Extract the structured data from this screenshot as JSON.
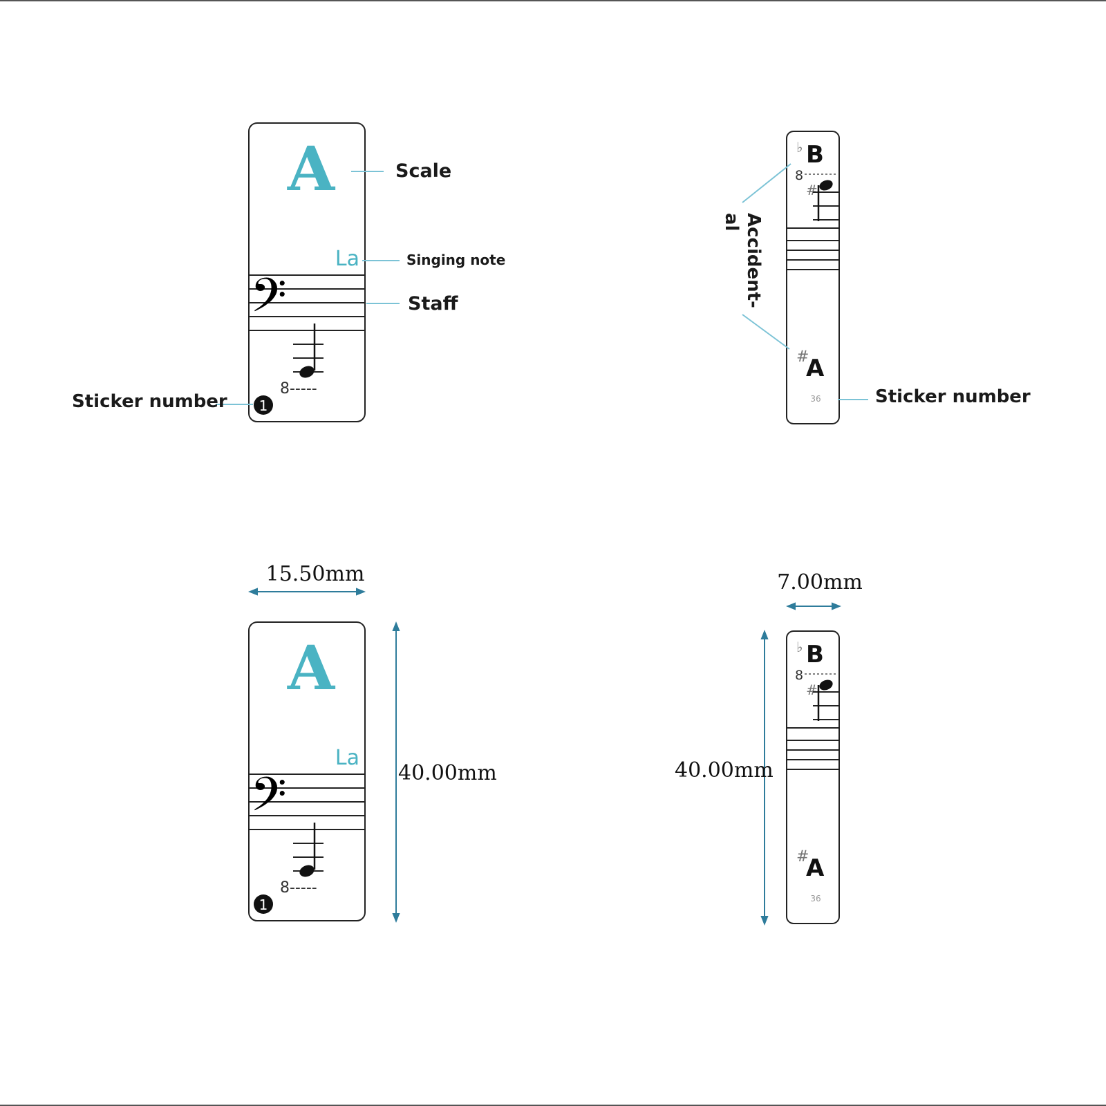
{
  "colors": {
    "accent": "#4ab3c3",
    "leader": "#7cc3d6",
    "dimension": "#2e7c9b",
    "text": "#1a1a1a"
  },
  "wide_sticker": {
    "scale": "A",
    "singing_note": "La",
    "octave_mark": "8-----",
    "sticker_number": "1",
    "clef": "bass-clef-icon"
  },
  "narrow_sticker": {
    "flat_sign": "♭",
    "flat_letter": "B",
    "octave_mark": "8",
    "sharp_sign": "#",
    "sharp_letter": "A",
    "sticker_number": "36"
  },
  "callouts": {
    "scale": "Scale",
    "singing_note": "Singing note",
    "staff": "Staff",
    "sticker_number_left": "Sticker number",
    "sticker_number_right": "Sticker number",
    "accidental_line1": "Accident-",
    "accidental_line2": "al"
  },
  "dimensions": {
    "wide_width": "15.50mm",
    "wide_height": "40.00mm",
    "narrow_width": "7.00mm",
    "narrow_height": "40.00mm"
  }
}
